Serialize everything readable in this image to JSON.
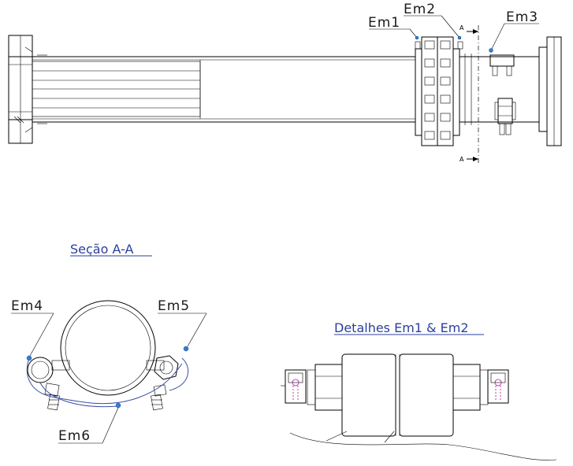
{
  "labels": {
    "em1": "Em1",
    "em2": "Em2",
    "em3": "Em3",
    "em4": "Em4",
    "em5": "Em5",
    "em6": "Em6",
    "section_mark_top": "A",
    "section_mark_bottom": "A"
  },
  "titles": {
    "section": "Seção A-A",
    "details": "Detalhes Em1 & Em2"
  },
  "colors": {
    "line": "#000000",
    "title": "#2a3f9e",
    "cable": "#3a4fa8",
    "marker": "#2f7fd6",
    "detail_accent": "#b0129a"
  }
}
